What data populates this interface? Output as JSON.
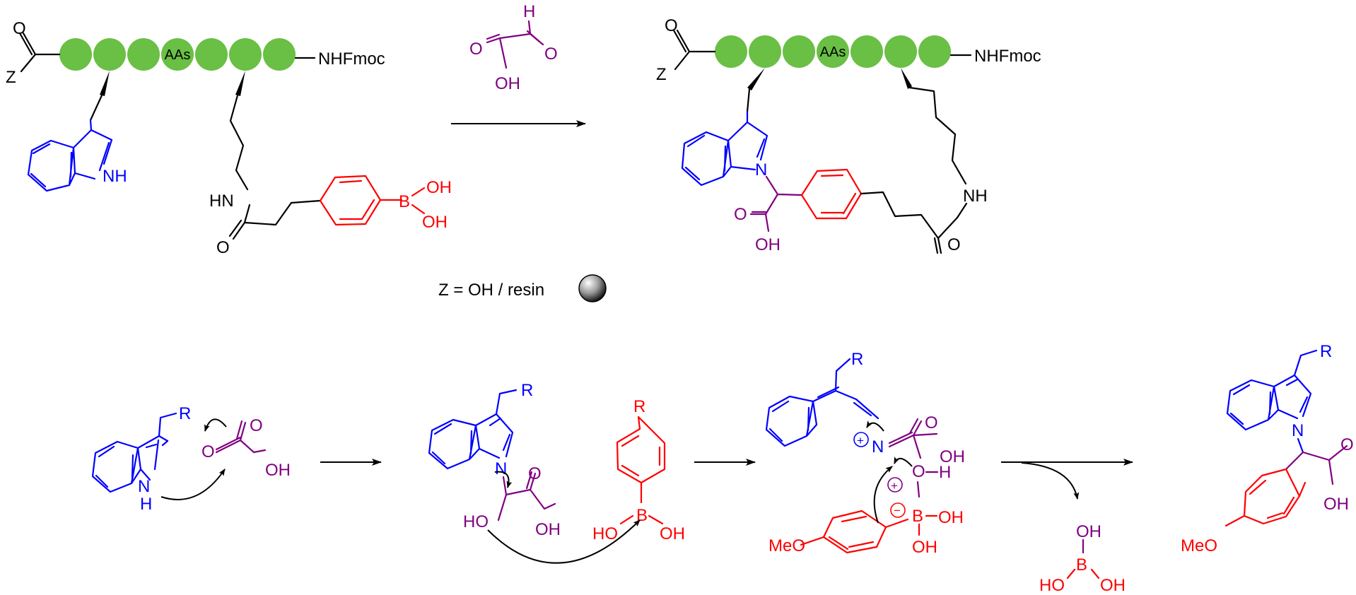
{
  "colors": {
    "indole": "#0000ff",
    "boronic_aryl": "#ff0000",
    "glyoxylic": "#800080",
    "bead": "#6abf45",
    "backbone": "#000000"
  },
  "top": {
    "reactant": {
      "z_label": "Z",
      "o_label": "O",
      "aas_label": "AAs",
      "nhfmoc_label": "NHFmoc",
      "nh_indole": "NH",
      "hn_amide": "HN",
      "o_amide": "O",
      "b_label": "B",
      "oh1": "OH",
      "oh2": "OH"
    },
    "reagent": {
      "h_label": "H",
      "o_carbonyl": "O",
      "o_aldehyde": "O",
      "oh_label": "OH"
    },
    "product": {
      "z_label": "Z",
      "o_label": "O",
      "aas_label": "AAs",
      "nhfmoc_label": "NHFmoc",
      "n_indole": "N",
      "nh_amide": "NH",
      "o_amide": "O",
      "o_acid": "O",
      "oh_acid": "OH"
    },
    "z_definition": "Z = OH / resin"
  },
  "bottom": {
    "s1": {
      "r": "R",
      "nh": "N",
      "h": "H",
      "o1": "O",
      "o2": "O",
      "oh": "OH"
    },
    "s2": {
      "r": "R",
      "n": "N",
      "ho": "HO",
      "o": "O",
      "oh": "OH",
      "r_aryl": "R",
      "b": "B",
      "ho_b": "HO",
      "oh_b": "OH"
    },
    "s3": {
      "r": "R",
      "n": "N",
      "plus1": "+",
      "o": "O",
      "oh": "OH",
      "o_h": "O",
      "h": "H",
      "plus2": "+",
      "minus": "−",
      "b": "B",
      "oh_b1": "OH",
      "oh_b2": "OH",
      "meo": "MeO"
    },
    "byproduct": {
      "oh_top": "OH",
      "b": "B",
      "ho": "HO",
      "oh": "OH"
    },
    "s4": {
      "r": "R",
      "n": "N",
      "o": "O",
      "oh": "OH",
      "meo": "MeO"
    }
  }
}
